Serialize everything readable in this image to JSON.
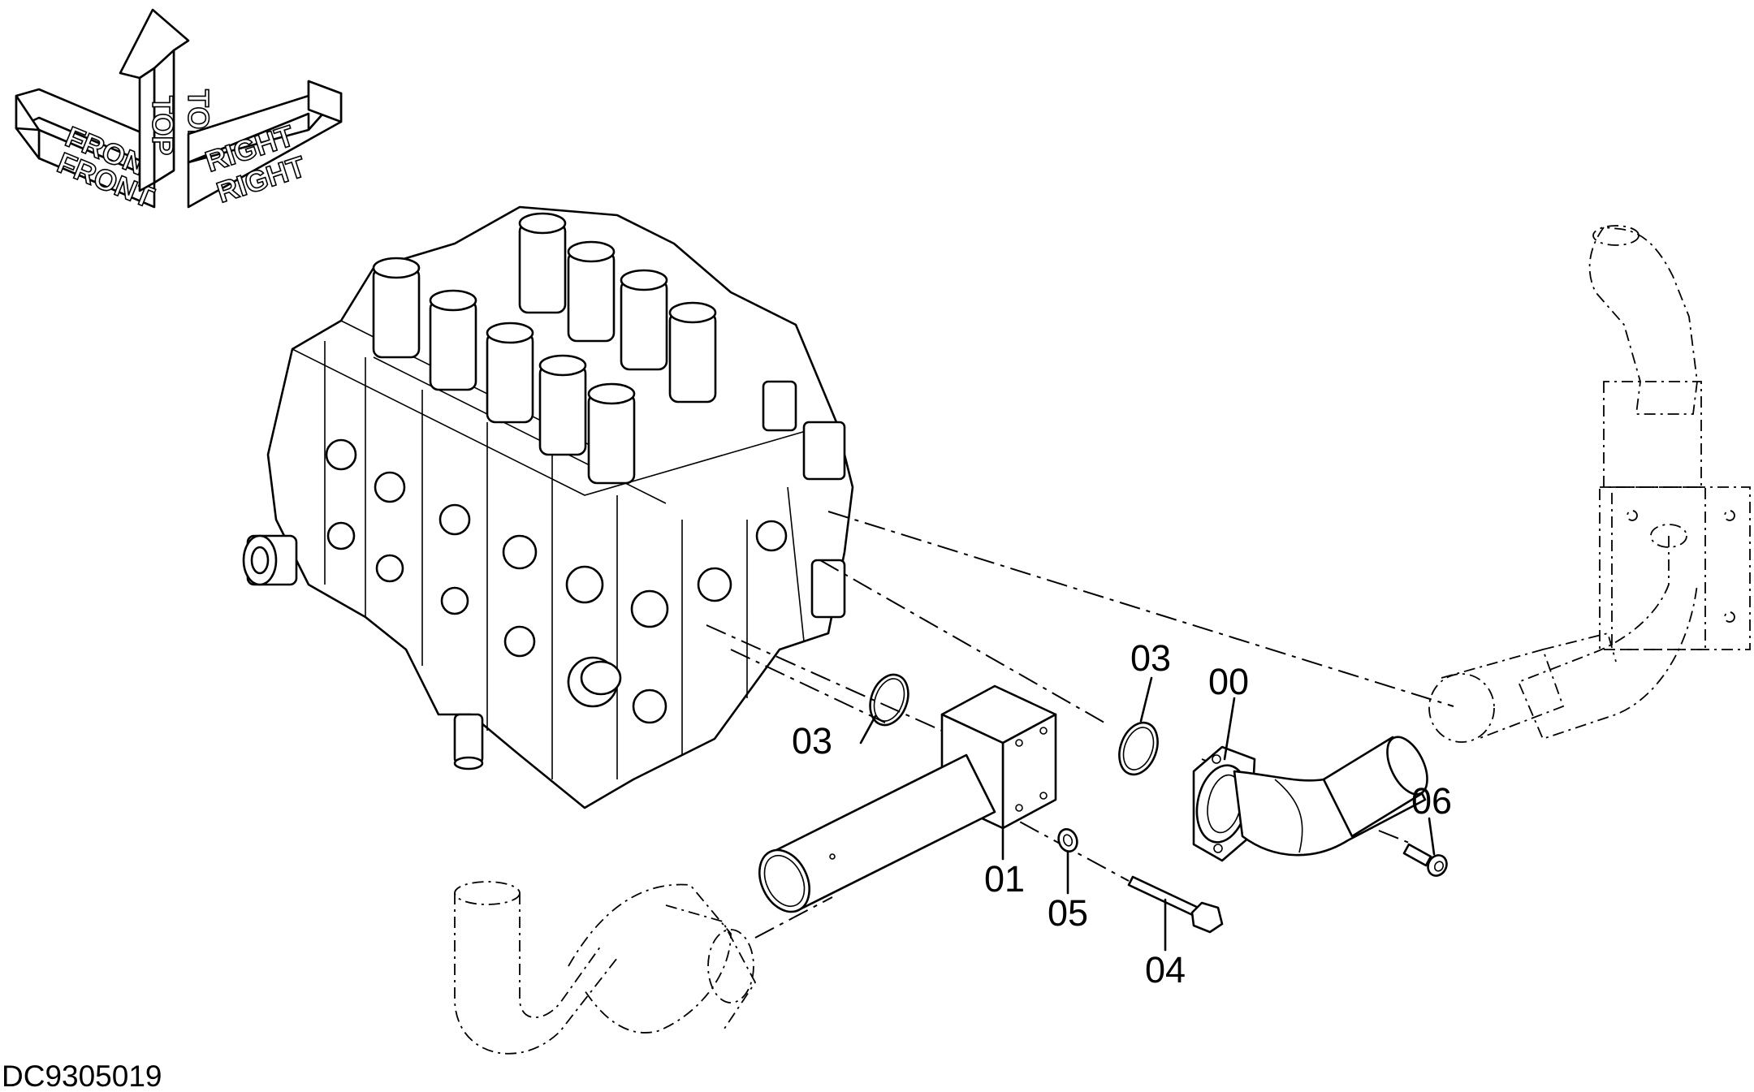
{
  "orientation": {
    "front": "FRONT",
    "top": "TOP",
    "right": "RIGHT"
  },
  "callouts": [
    {
      "id": "00",
      "text": "00"
    },
    {
      "id": "01",
      "text": "01"
    },
    {
      "id": "03a",
      "text": "03"
    },
    {
      "id": "03b",
      "text": "03"
    },
    {
      "id": "04",
      "text": "04"
    },
    {
      "id": "05",
      "text": "05"
    },
    {
      "id": "06",
      "text": "06"
    }
  ],
  "drawing_code": "DC9305019"
}
